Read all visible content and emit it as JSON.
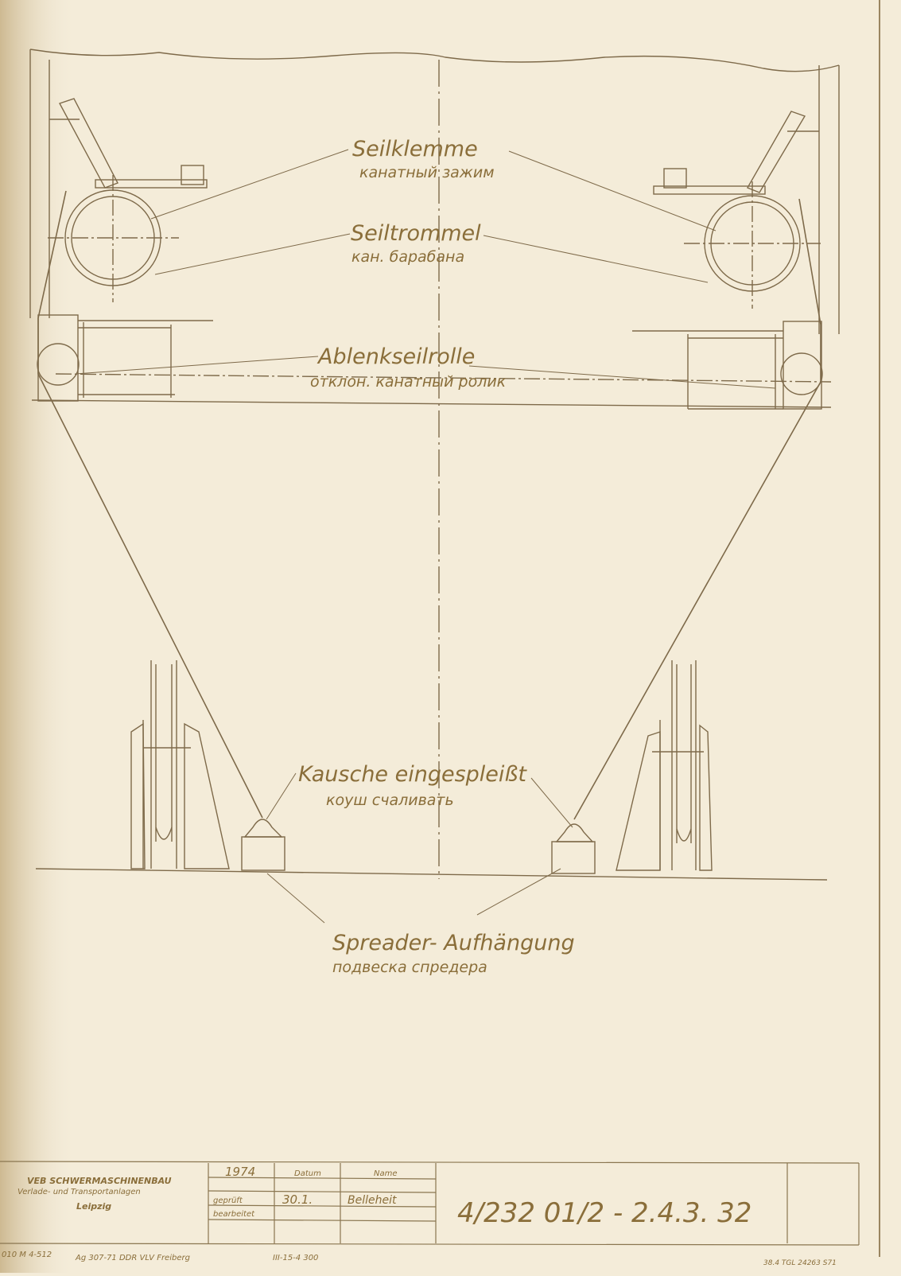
{
  "labels": {
    "seilklemme": {
      "de": "Seilklemme",
      "ru": "канатный зажим"
    },
    "seiltrommel": {
      "de": "Seiltrommel",
      "ru": "кан. барабана"
    },
    "ablenkseilrolle": {
      "de": "Ablenkseilrolle",
      "ru": "отклон. канатный ролик"
    },
    "kausche": {
      "de": "Kausche eingespleißt",
      "ru": "коуш счаливать"
    },
    "spreader": {
      "de": "Spreader- Aufhängung",
      "ru": "подвеска спредера"
    }
  },
  "title_block": {
    "company": "VEB SCHWERMASCHINENBAU",
    "division": "Verlade- und Transportanlagen",
    "city": "Leipzig",
    "year": "1974",
    "checked_label": "geprüft",
    "drawn_label": "bearbeitet",
    "date_header": "Datum",
    "name_header": "Name",
    "date": "30.1.",
    "name_signature": "Belleheit",
    "drawing_number": "4/232 01/2 - 2.4.3. 32"
  },
  "footer": {
    "form_code": "010 M 4-512",
    "print_info": "Ag 307-71 DDR VLV Freiberg",
    "batch": "III-15-4 300",
    "norm": "38.4 TGL 24263 S71"
  },
  "colors": {
    "paper": "#f4ecd9",
    "ink": "#8a6e3a",
    "line": "#7e6a4a"
  }
}
